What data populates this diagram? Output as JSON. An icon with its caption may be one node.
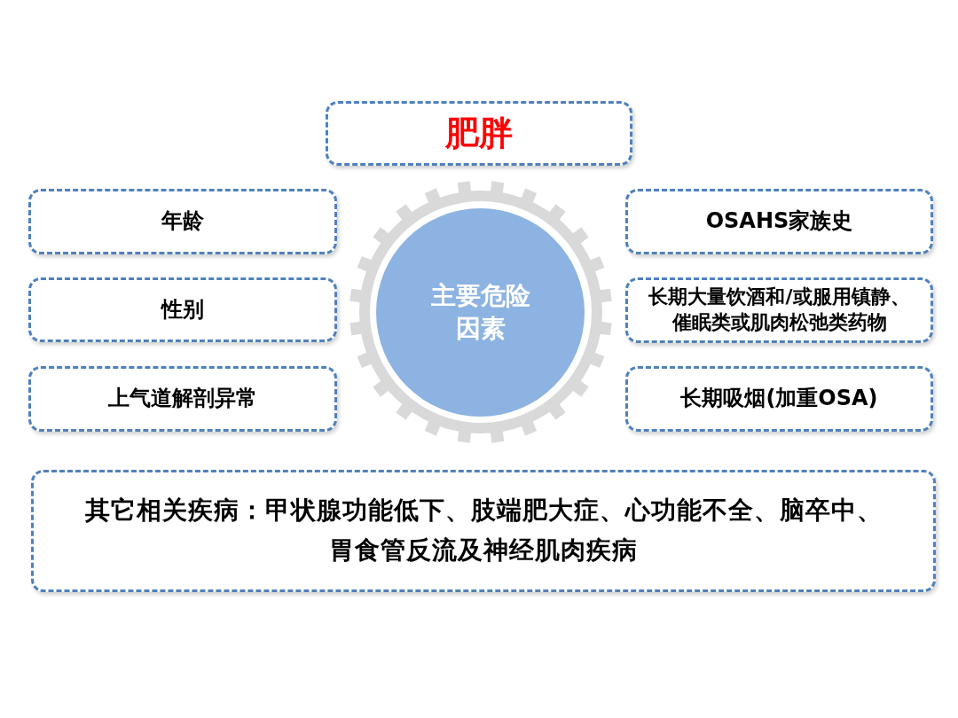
{
  "diagram": {
    "nodes": [
      {
        "text": [
          "肥胖"
        ]
      },
      {
        "text": [
          "年龄"
        ]
      },
      {
        "text": [
          "主要危险因素"
        ]
      },
      {
        "text": [
          "OSAHS家族史"
        ]
      },
      {
        "text": [
          "性别"
        ]
      },
      {
        "text": [
          "长期大量饮酒和/或服用镇静、催眠类或肌肉松弛类药物"
        ]
      },
      {
        "text": [
          "上气道解剖异常"
        ]
      },
      {
        "text": [
          "长期吸烟(加重OSA)"
        ]
      },
      {
        "text": [
          "其它相关疾病：甲状腺功能低下、肢端肥大症、心功能不全、脑卒中、胃食管反流及神经肌肉疾病"
        ]
      }
    ]
  }
}
